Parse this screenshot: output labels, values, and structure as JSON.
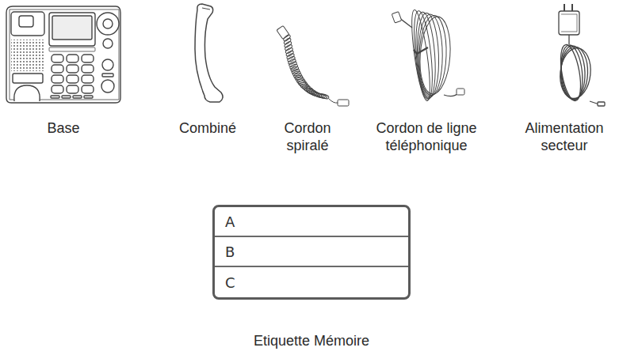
{
  "diagram": {
    "nodes": [
      {
        "text": [
          "Etiquette Mémoire"
        ]
      },
      {
        "text": [
          "A"
        ],
        "in": 0
      },
      {
        "text": [
          "B"
        ],
        "in": 0
      },
      {
        "text": [
          "C"
        ],
        "in": 0
      }
    ],
    "labels": [
      "Base",
      "Combiné",
      "Cordon spiralé",
      "Cordon de ligne téléphonique",
      "Alimentation secteur"
    ]
  }
}
